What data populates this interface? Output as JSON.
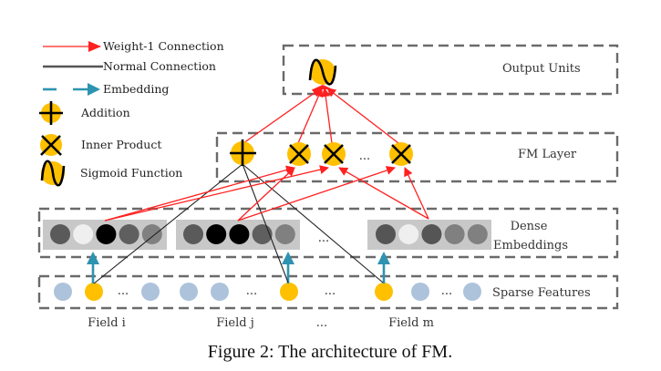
{
  "legend": {
    "weight1": "Weight-1 Connection",
    "normal": "Normal Connection",
    "embedding": "Embedding",
    "addition": "Addition",
    "inner_product": "Inner Product",
    "sigmoid": "Sigmoid Function"
  },
  "layers": {
    "output": "Output Units",
    "fm": "FM Layer",
    "dense_line1": "Dense",
    "dense_line2": "Embeddings",
    "sparse": "Sparse Features"
  },
  "fields": {
    "field_i": "Field i",
    "field_j": "Field j",
    "ellipsis": "...",
    "field_m": "Field m"
  },
  "ellipsis": "...",
  "caption": "Figure 2: The architecture of FM.",
  "colors": {
    "node_yellow": "#ffc000",
    "sparse_blue": "#adc2db",
    "weight1_red": "#ff2020",
    "embedding_teal": "#2e93b0",
    "dense_bg": "#c8c8c8"
  },
  "dense_embeddings": [
    [
      "#5a5a5a",
      "#efefef",
      "#000000",
      "#5f5f5f",
      "#808080"
    ],
    [
      "#5a5a5a",
      "#000000",
      "#000000",
      "#5f5f5f",
      "#808080"
    ],
    [
      "#555555",
      "#efefef",
      "#555555",
      "#808080",
      "#808080"
    ]
  ]
}
